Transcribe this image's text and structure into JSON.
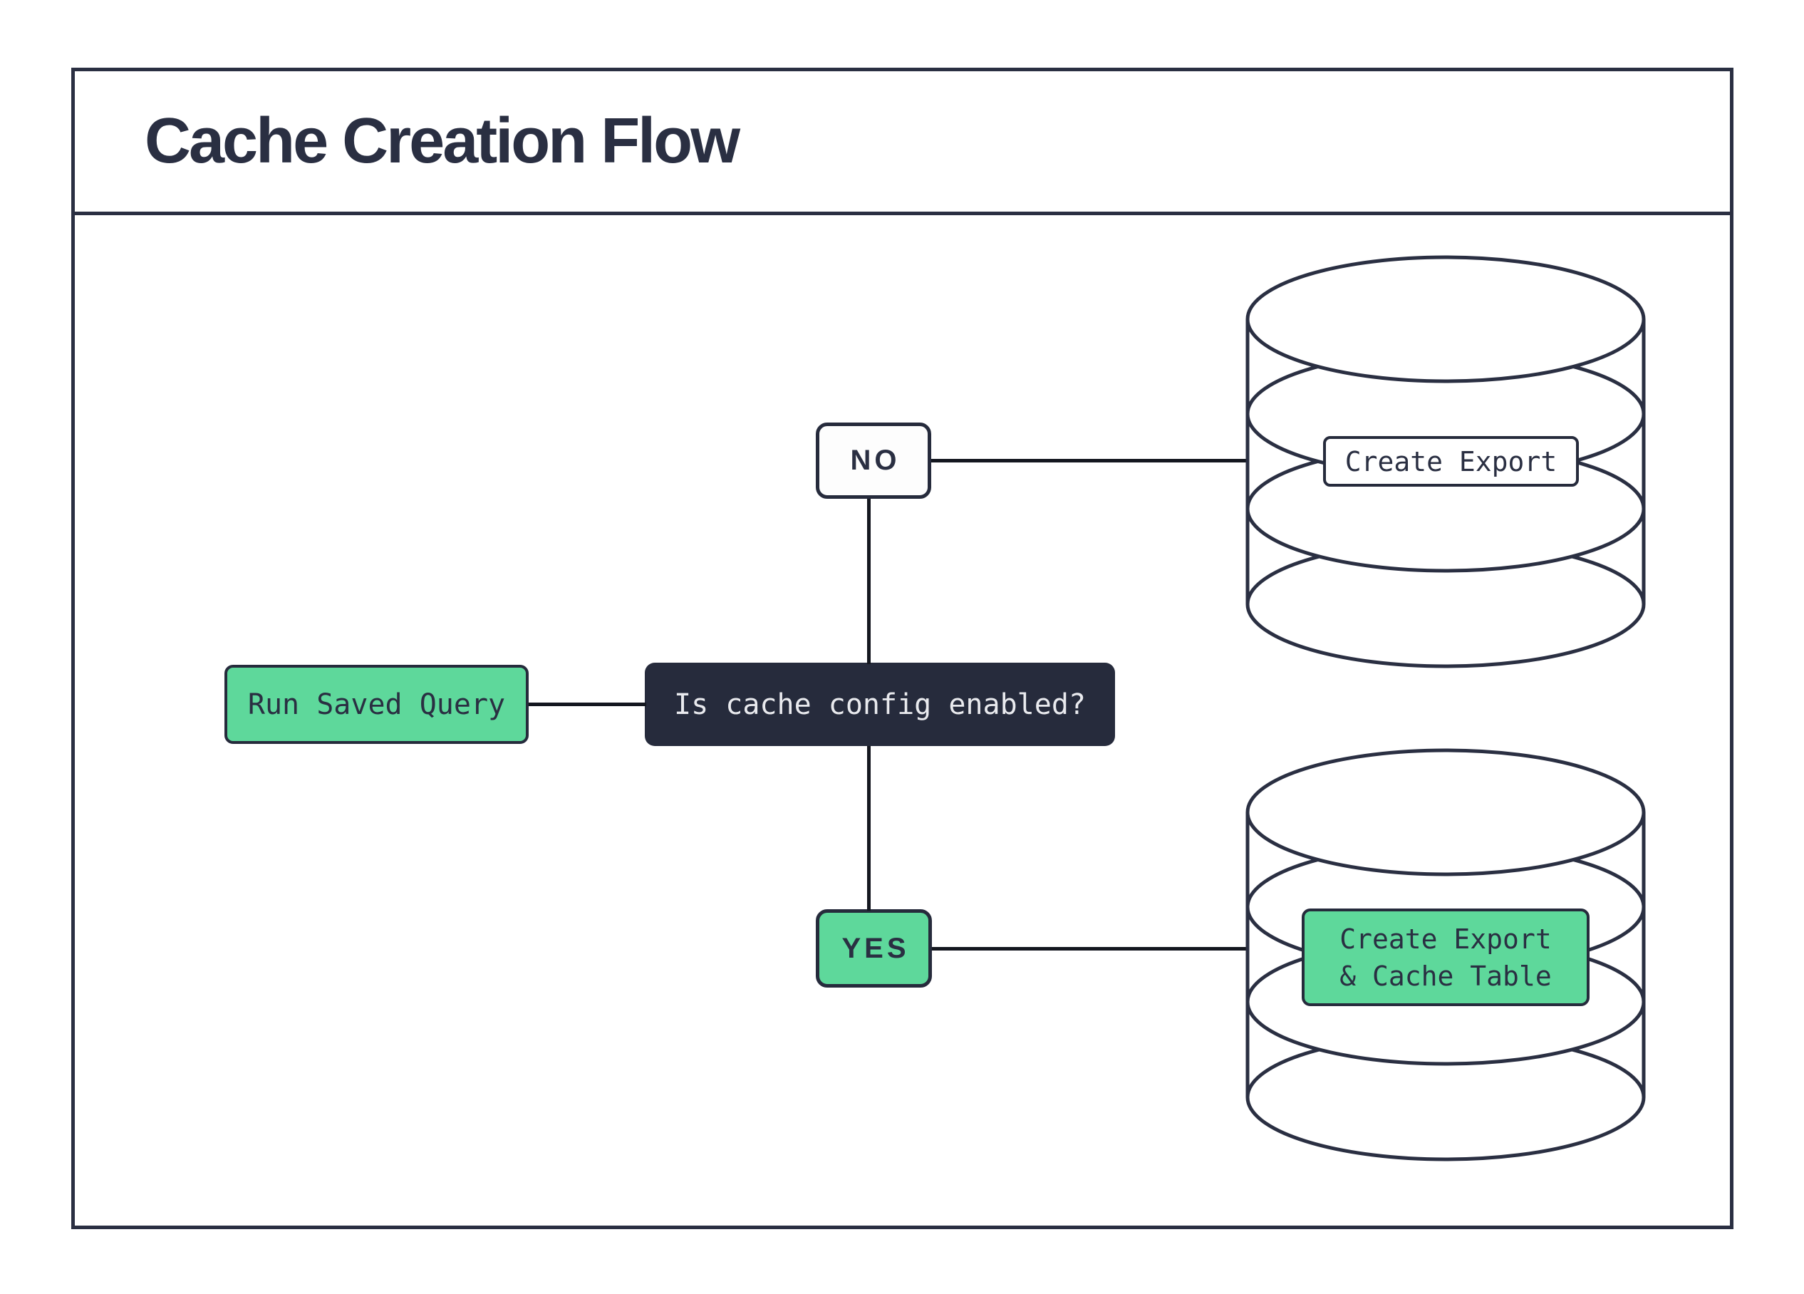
{
  "title": "Cache Creation Flow",
  "flow": {
    "start": {
      "label": "Run Saved Query"
    },
    "decision": {
      "label": "Is cache config enabled?"
    },
    "branch_no": {
      "label": "NO"
    },
    "branch_yes": {
      "label": "YES"
    },
    "no_result": {
      "label": "Create Export"
    },
    "yes_result": {
      "lines": [
        "Create Export",
        "& Cache Table"
      ]
    }
  },
  "colors": {
    "accent_green": "#5ed89b",
    "ink_dark": "#262b3c",
    "outline": "#2a2f42",
    "connector": "#14171f",
    "background": "#ffffff"
  }
}
